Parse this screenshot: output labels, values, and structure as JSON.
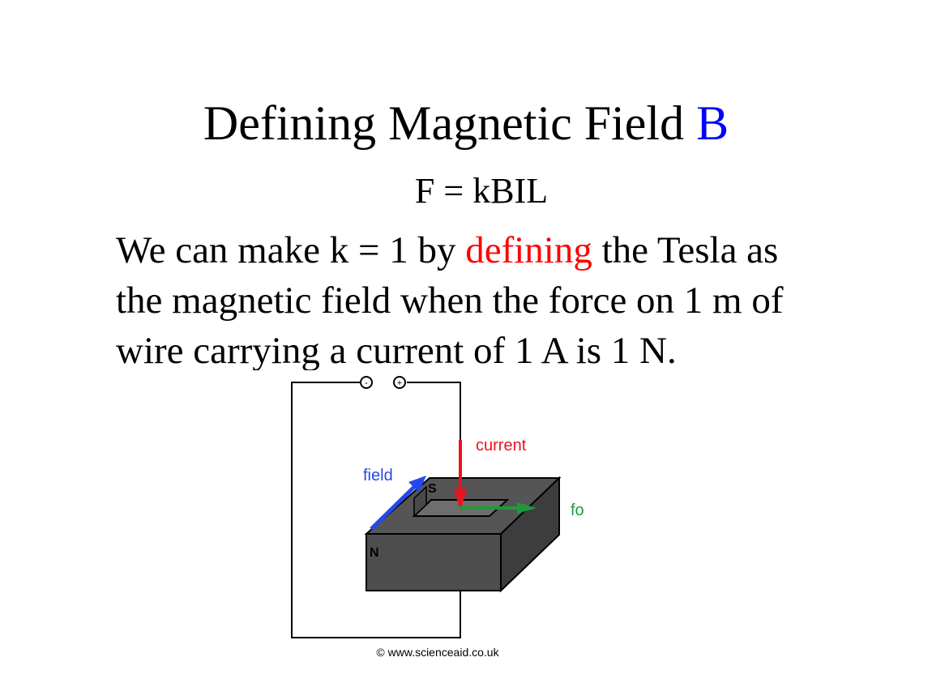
{
  "title": {
    "main": "Defining Magnetic Field",
    "symbol": "B"
  },
  "formula": "F = kBIL",
  "body": {
    "line1_before": "We can make k = 1 by ",
    "line1_highlight": "defining",
    "line1_after": " the Tesla as",
    "line2": "the magnetic field when the force on 1 m of",
    "line3": "wire carrying a current of 1 A is 1 N."
  },
  "diagram": {
    "terminal_negative": "-",
    "terminal_positive": "+",
    "label_current": "current",
    "label_field": "field",
    "label_force": "force",
    "pole_south": "S",
    "pole_north": "N",
    "copyright": "© www.scienceaid.co.uk"
  },
  "colors": {
    "title_accent": "#0000FF",
    "highlight": "#FF0000",
    "current_arrow": "#E8141E",
    "field_arrow": "#2448F0",
    "force_arrow": "#1E9A3A"
  }
}
